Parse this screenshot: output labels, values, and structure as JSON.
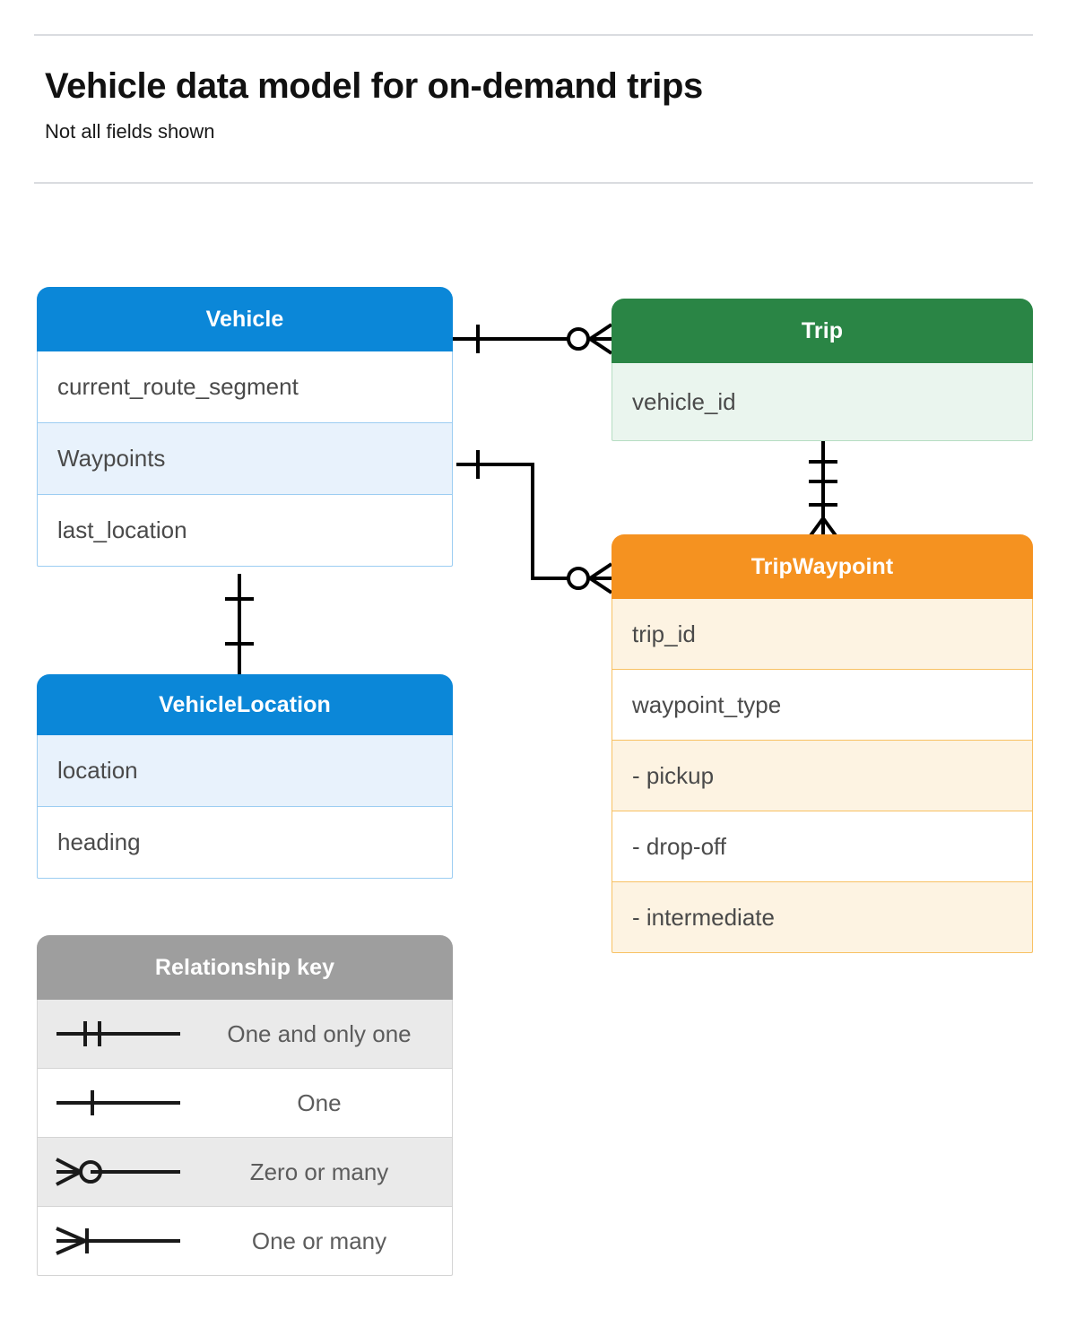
{
  "header": {
    "title": "Vehicle data model for on-demand trips",
    "subtitle": "Not all fields shown"
  },
  "entities": {
    "vehicle": {
      "name": "Vehicle",
      "color": "#0b87d8",
      "fields": [
        {
          "label": "current_route_segment"
        },
        {
          "label": "Waypoints"
        },
        {
          "label": "last_location"
        }
      ]
    },
    "trip": {
      "name": "Trip",
      "color": "#2a8545",
      "fields": [
        {
          "label": "vehicle_id"
        }
      ]
    },
    "trip_waypoint": {
      "name": "TripWaypoint",
      "color": "#f59220",
      "fields": [
        {
          "label": "trip_id"
        },
        {
          "label": "waypoint_type"
        },
        {
          "label": "-  pickup"
        },
        {
          "label": "-  drop-off"
        },
        {
          "label": "-  intermediate"
        }
      ]
    },
    "vehicle_location": {
      "name": "VehicleLocation",
      "color": "#0b87d8",
      "fields": [
        {
          "label": "location"
        },
        {
          "label": "heading"
        }
      ]
    }
  },
  "legend": {
    "title": "Relationship key",
    "color": "#9e9e9e",
    "rows": [
      {
        "symbol": "one-and-only-one",
        "label": "One and only one"
      },
      {
        "symbol": "one",
        "label": "One"
      },
      {
        "symbol": "zero-or-many",
        "label": "Zero or many"
      },
      {
        "symbol": "one-or-many",
        "label": "One or many"
      }
    ]
  },
  "relationships": [
    {
      "from": "Vehicle",
      "from_cardinality": "One",
      "to": "Trip",
      "to_cardinality": "Zero or many"
    },
    {
      "from": "Vehicle.Waypoints",
      "from_cardinality": "One",
      "to": "TripWaypoint",
      "to_cardinality": "Zero or many"
    },
    {
      "from": "Trip",
      "from_cardinality": "One and only one",
      "to": "TripWaypoint",
      "to_cardinality": "One or many"
    },
    {
      "from": "Vehicle",
      "from_cardinality": "One",
      "to": "VehicleLocation",
      "to_cardinality": "One"
    }
  ]
}
